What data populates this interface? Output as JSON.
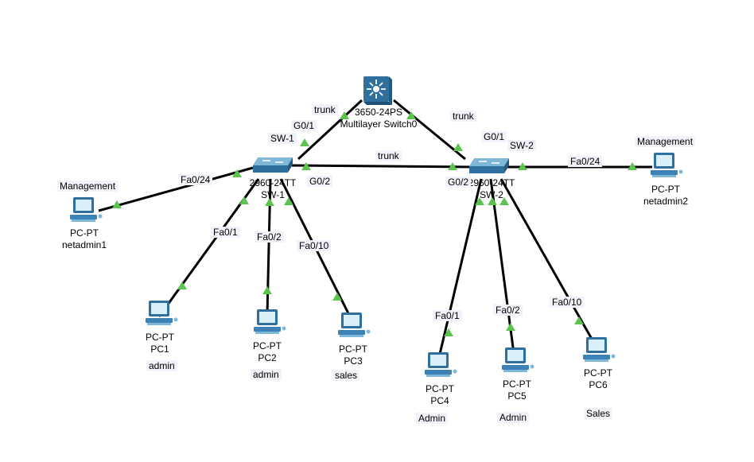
{
  "colors": {
    "link": "#000000",
    "port_light": "#5cc44e",
    "label_bg": "#f1f2fa",
    "device_body": "#2f6f9e",
    "device_light": "#7fb7d8",
    "screen": "#d9f0fb"
  },
  "multilayer": {
    "model": "3650-24PS",
    "name": "Multilayer Switch0",
    "icon": "multilayer-switch-icon"
  },
  "sw1": {
    "model": "2960-24TT",
    "name": "SW-1",
    "tag": "SW-1",
    "icon": "switch-icon"
  },
  "sw2": {
    "model": "2960-24TT",
    "name": "SW-2",
    "tag": "SW-2",
    "icon": "switch-icon"
  },
  "links": {
    "ml_sw1": {
      "label": "trunk",
      "port_sw": "G0/1"
    },
    "ml_sw2": {
      "label": "trunk",
      "port_sw": "G0/1"
    },
    "sw1_sw2": {
      "label": "trunk",
      "port_a": "G0/2",
      "port_b": "G0/2"
    },
    "sw1_mgmt": {
      "port": "Fa0/24"
    },
    "sw2_mgmt": {
      "port": "Fa0/24"
    },
    "sw1_pc1": {
      "port": "Fa0/1"
    },
    "sw1_pc2": {
      "port": "Fa0/2"
    },
    "sw1_pc3": {
      "port": "Fa0/10"
    },
    "sw2_pc4": {
      "port": "Fa0/1"
    },
    "sw2_pc5": {
      "port": "Fa0/2"
    },
    "sw2_pc6": {
      "port": "Fa0/10"
    }
  },
  "pcs": {
    "netadmin1": {
      "type": "PC-PT",
      "name": "netadmin1",
      "role": "Management"
    },
    "netadmin2": {
      "type": "PC-PT",
      "name": "netadmin2",
      "role": "Management"
    },
    "pc1": {
      "type": "PC-PT",
      "name": "PC1",
      "role": "admin"
    },
    "pc2": {
      "type": "PC-PT",
      "name": "PC2",
      "role": "admin"
    },
    "pc3": {
      "type": "PC-PT",
      "name": "PC3",
      "role": "sales"
    },
    "pc4": {
      "type": "PC-PT",
      "name": "PC4",
      "role": "Admin"
    },
    "pc5": {
      "type": "PC-PT",
      "name": "PC5",
      "role": "Admin"
    },
    "pc6": {
      "type": "PC-PT",
      "name": "PC6",
      "role": "Sales"
    }
  }
}
